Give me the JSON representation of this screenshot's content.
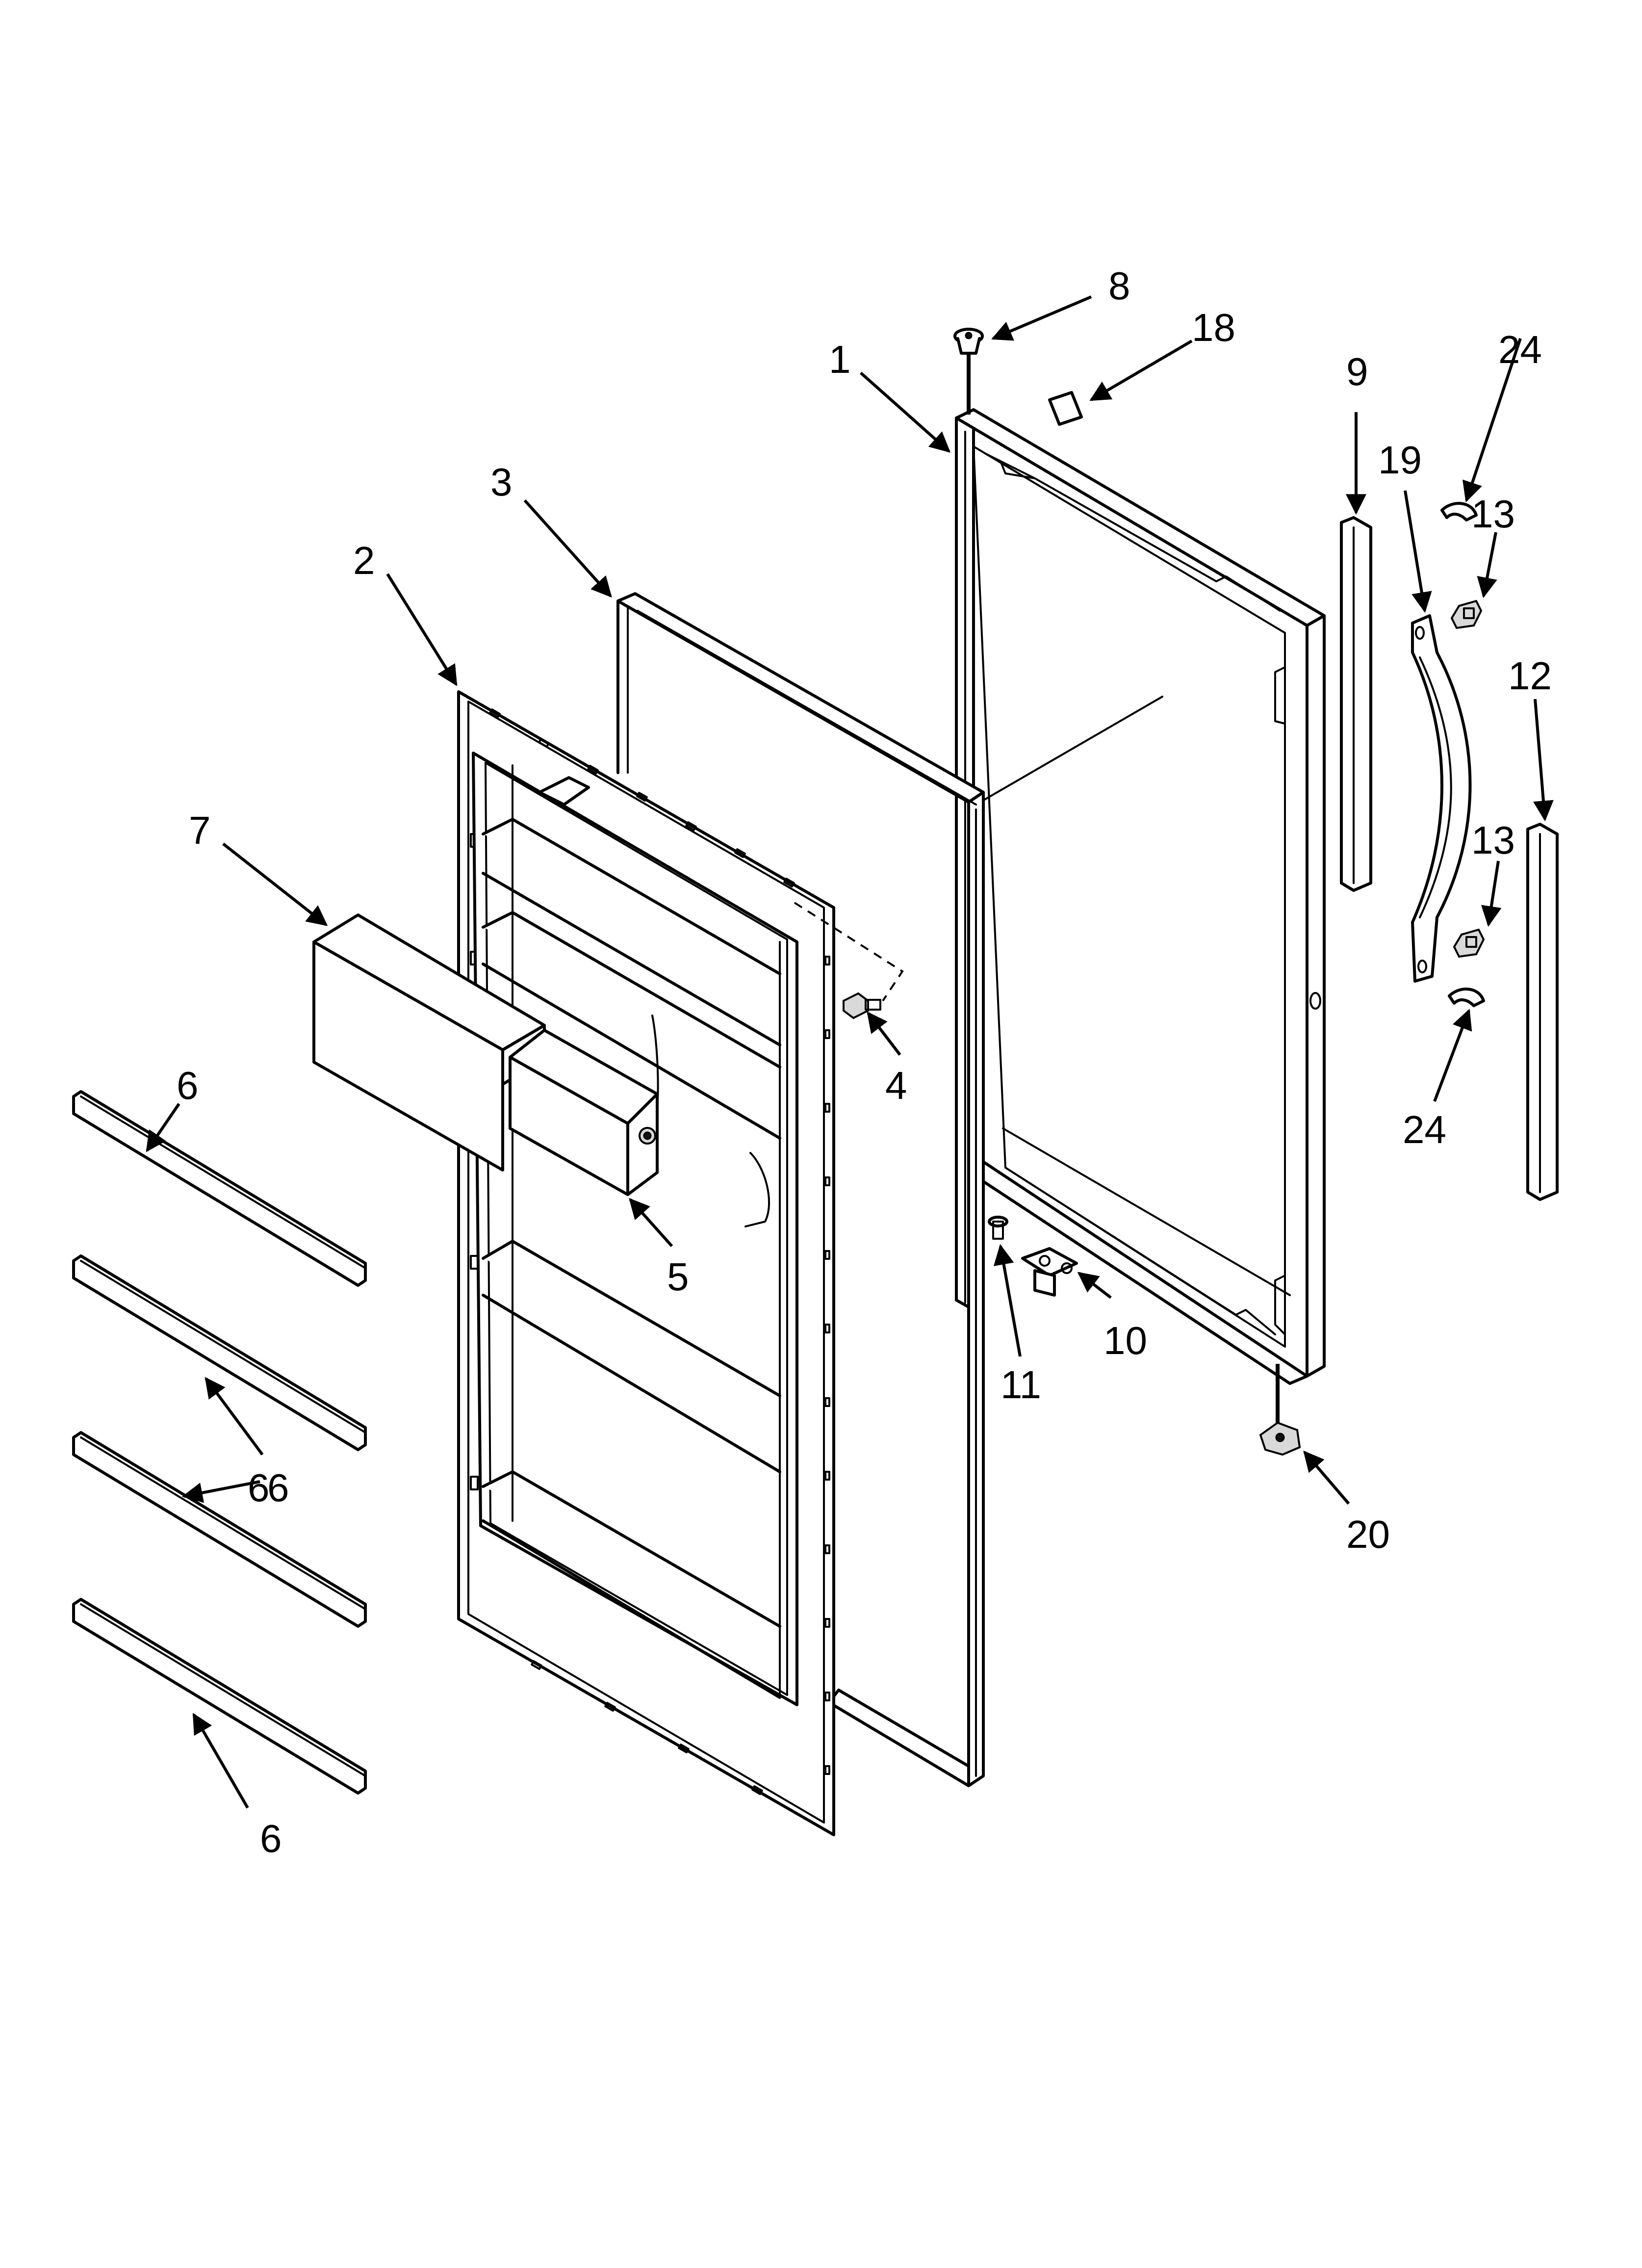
{
  "colors": {
    "line": "#000000",
    "background": "#ffffff",
    "shading": "#d9d9d9"
  },
  "callouts": {
    "c1": "1",
    "c2": "2",
    "c3": "3",
    "c4": "4",
    "c5": "5",
    "c7": "7",
    "c6a": "6",
    "c6b": "6",
    "c6c": "6",
    "c6d": "6",
    "c8": "8",
    "c18": "18",
    "c9": "9",
    "c19": "19",
    "c24a": "24",
    "c24b": "24",
    "c13a": "13",
    "c13b": "13",
    "c12": "12",
    "c10": "10",
    "c11": "11",
    "c20": "20"
  }
}
